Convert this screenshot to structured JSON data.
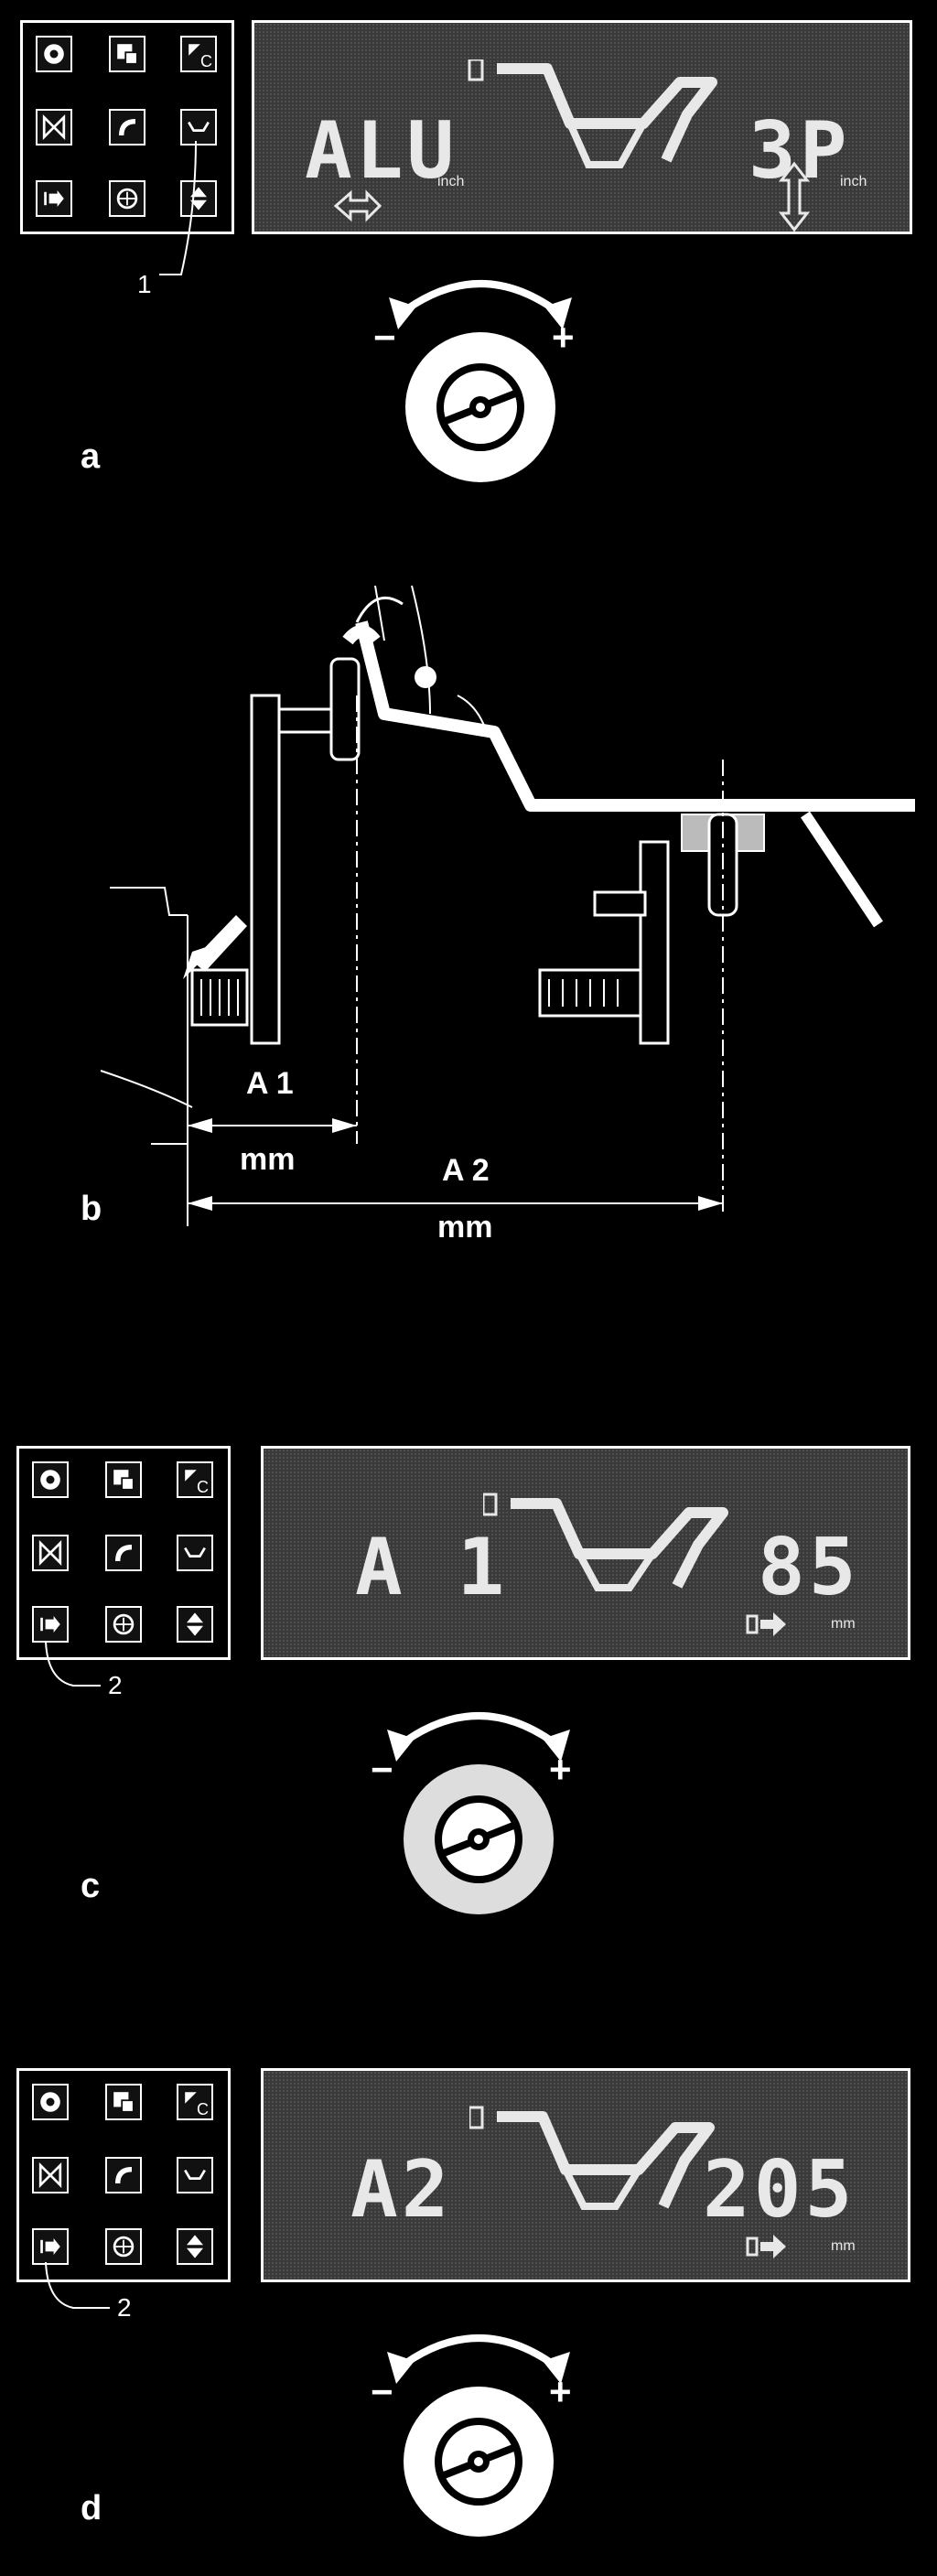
{
  "panels": [
    {
      "letter": "a",
      "display_left": "ALU",
      "display_right": "3P",
      "unit_left": "inch",
      "unit_right": "inch",
      "callout": "1"
    },
    {
      "letter": "b",
      "dim_a1": "A 1",
      "dim_a1_unit": "mm",
      "dim_a2": "A 2",
      "dim_a2_unit": "mm"
    },
    {
      "letter": "c",
      "display_left": "A 1",
      "display_right": "85",
      "unit_right": "mm",
      "callout": "2"
    },
    {
      "letter": "d",
      "display_left": "A2",
      "display_right": "205",
      "unit_right": "mm",
      "callout": "2"
    }
  ],
  "wheel_minus": "−",
  "wheel_plus": "+",
  "key_corner_letter": "C"
}
